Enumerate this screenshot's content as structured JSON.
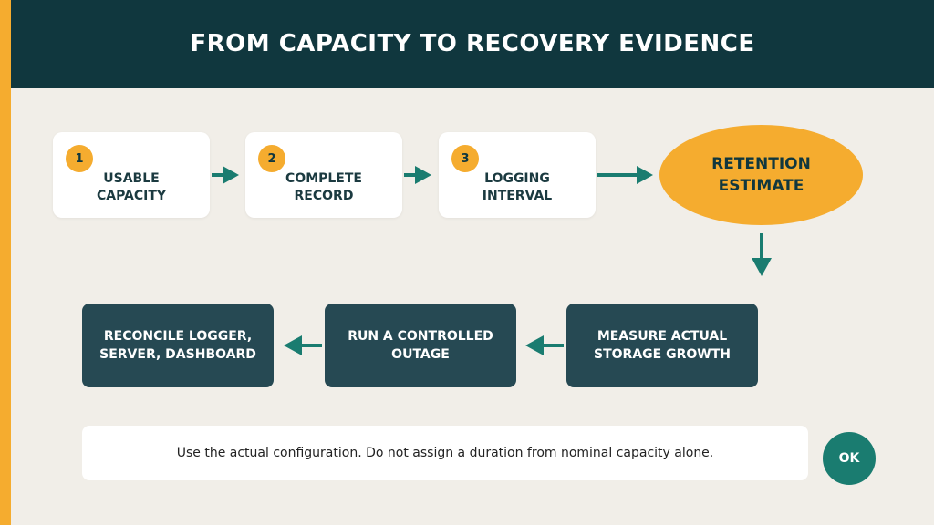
{
  "header": {
    "title": "FROM CAPACITY TO RECOVERY EVIDENCE"
  },
  "steps": [
    {
      "number": "1",
      "label": "USABLE\nCAPACITY"
    },
    {
      "number": "2",
      "label": "COMPLETE\nRECORD"
    },
    {
      "number": "3",
      "label": "LOGGING\nINTERVAL"
    }
  ],
  "estimate": {
    "label": "RETENTION\nESTIMATE"
  },
  "actions": [
    {
      "label": "MEASURE ACTUAL\nSTORAGE GROWTH"
    },
    {
      "label": "RUN A CONTROLLED\nOUTAGE"
    },
    {
      "label": "RECONCILE LOGGER,\nSERVER, DASHBOARD"
    }
  ],
  "note": {
    "text": "Use the actual configuration. Do not assign a duration from nominal capacity alone."
  },
  "ok_button": {
    "label": "OK"
  },
  "colors": {
    "header_bg": "#10373e",
    "accent": "#f5ac2f",
    "dark_box": "#264953",
    "arrow": "#1a7c70",
    "background": "#f1eee8"
  }
}
